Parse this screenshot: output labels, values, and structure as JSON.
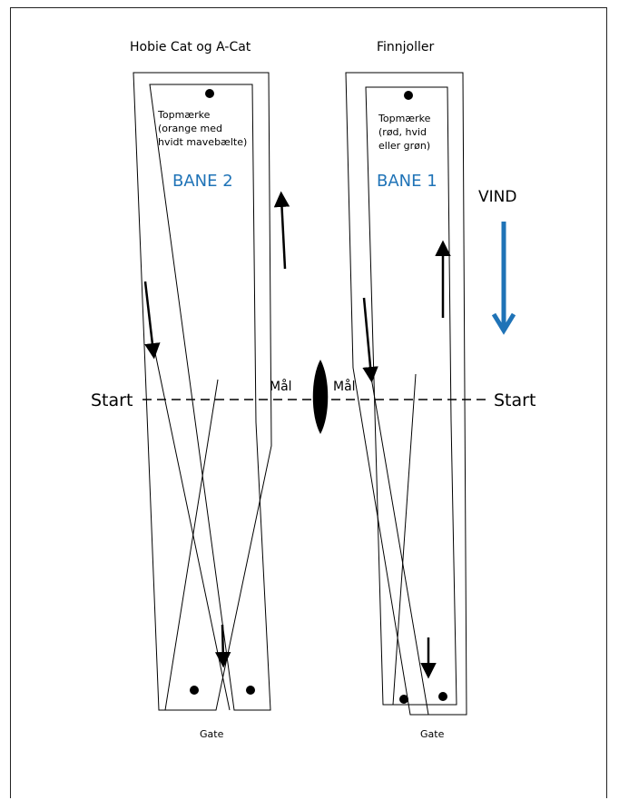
{
  "course_left": {
    "title": "Hobie Cat og A-Cat",
    "mark_label": [
      "Topmærke",
      "(orange med",
      "hvidt mavebælte)"
    ],
    "bane": "BANE 2",
    "gate": "Gate"
  },
  "course_right": {
    "title": "Finnjoller",
    "mark_label": [
      "Topmærke",
      "(rød, hvid",
      "eller grøn)"
    ],
    "bane": "BANE 1",
    "gate": "Gate"
  },
  "wind": {
    "label": "VIND"
  },
  "start_line": {
    "left": "Start",
    "right": "Start"
  },
  "finish": {
    "left": "Mål",
    "right": "Mål"
  },
  "colors": {
    "accent": "#1f73b7",
    "ink": "#000000"
  }
}
